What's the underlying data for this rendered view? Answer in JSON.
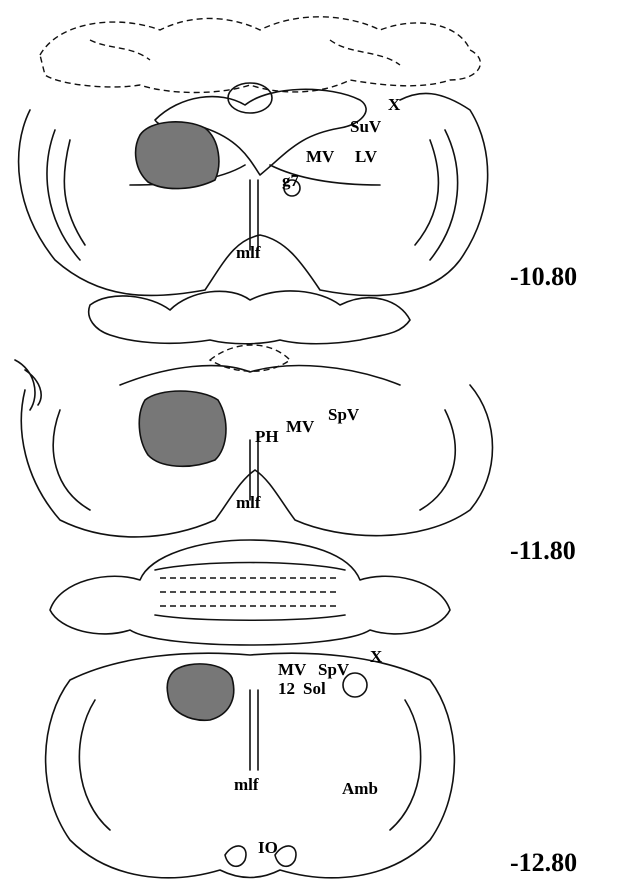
{
  "sections": [
    {
      "coordinate": "-10.80",
      "labels": {
        "x": "X",
        "suv": "SuV",
        "mv": "MV",
        "lv": "LV",
        "g7": "g7",
        "mlf": "mlf"
      }
    },
    {
      "coordinate": "-11.80",
      "labels": {
        "ph": "PH",
        "mv": "MV",
        "spv": "SpV",
        "mlf": "mlf"
      }
    },
    {
      "coordinate": "-12.80",
      "labels": {
        "mv": "MV",
        "spv": "SpV",
        "x": "X",
        "n12": "12",
        "sol": "Sol",
        "mlf": "mlf",
        "amb": "Amb",
        "io": "IO"
      }
    }
  ]
}
